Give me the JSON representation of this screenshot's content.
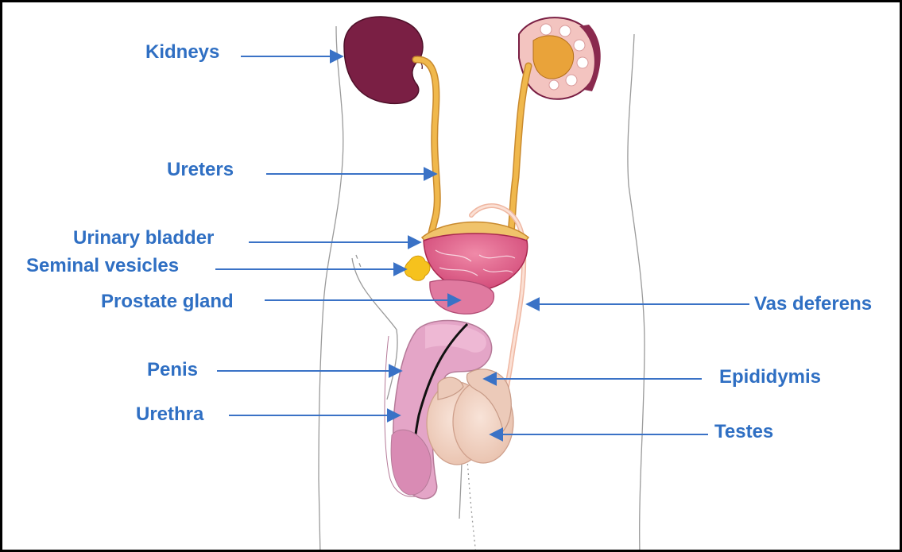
{
  "colors": {
    "label": "#2f6fc3",
    "arrow": "#3a72c6",
    "body_outline": "#9a9a9a",
    "kidney": "#7a1f44",
    "ureter": "#f0b84c",
    "bladder": "#d9577e",
    "seminal_vesicle": "#f6c21d",
    "prostate": "#e07aa0",
    "penis": "#e4a5c7",
    "testis": "#f2d2c2",
    "vas_deferens": "#f4c9b8"
  },
  "labels": {
    "kidneys": "Kidneys",
    "ureters": "Ureters",
    "urinary_bladder": "Urinary bladder",
    "seminal_vesicles": "Seminal vesicles",
    "prostate_gland": "Prostate gland",
    "penis": "Penis",
    "urethra": "Urethra",
    "vas_deferens": "Vas deferens",
    "epididymis": "Epididymis",
    "testes": "Testes"
  }
}
